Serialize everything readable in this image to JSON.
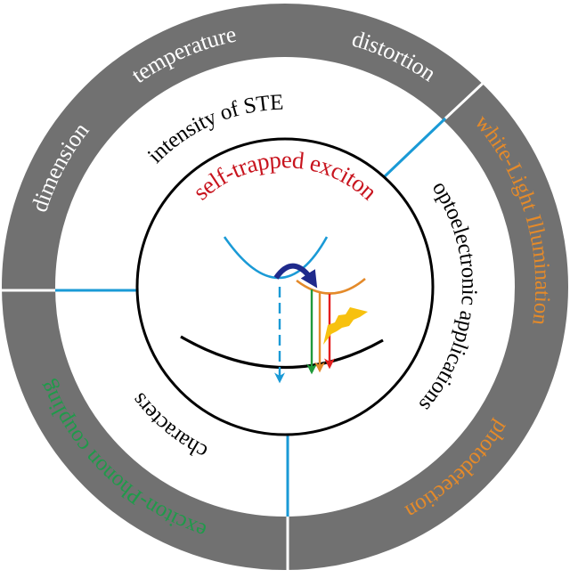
{
  "diagram": {
    "title": "self-trapped exciton",
    "colors": {
      "ring": "#717171",
      "divider_outer": "#ffffff",
      "divider_inner": "#1a9ad6",
      "title": "#c8141e",
      "ring_text_white": "#ffffff",
      "ring_text_orange": "#e48a2a",
      "ring_text_green": "#1f9a4a",
      "black": "#000000",
      "ground_curve": "#000000",
      "free_exciton_curve": "#1a9ad6",
      "ste_curve": "#e48a2a",
      "transfer_arrow": "#1f2a8c",
      "emission_green": "#1f9a3a",
      "emission_orange": "#e48a2a",
      "emission_red": "#e41e1e",
      "lightning": "#f7c10f"
    },
    "inner_ring": {
      "labels": [
        {
          "id": "intensity",
          "text": "intensity of STE"
        },
        {
          "id": "optoelectronic",
          "text": "optoelectronic applications"
        },
        {
          "id": "characters",
          "text": "characters"
        }
      ]
    },
    "outer_ring": {
      "labels": [
        {
          "id": "dimension",
          "text": "dimension",
          "group": "intensity"
        },
        {
          "id": "temperature",
          "text": "temperature",
          "group": "intensity"
        },
        {
          "id": "distortion",
          "text": "distortion",
          "group": "intensity"
        },
        {
          "id": "white-light",
          "text": "white-Light Illumination",
          "group": "optoelectronic"
        },
        {
          "id": "photodetection",
          "text": "photodetection",
          "group": "optoelectronic"
        },
        {
          "id": "exciton-phonon",
          "text": "exciton-Phonon coupling",
          "group": "characters"
        }
      ]
    }
  }
}
